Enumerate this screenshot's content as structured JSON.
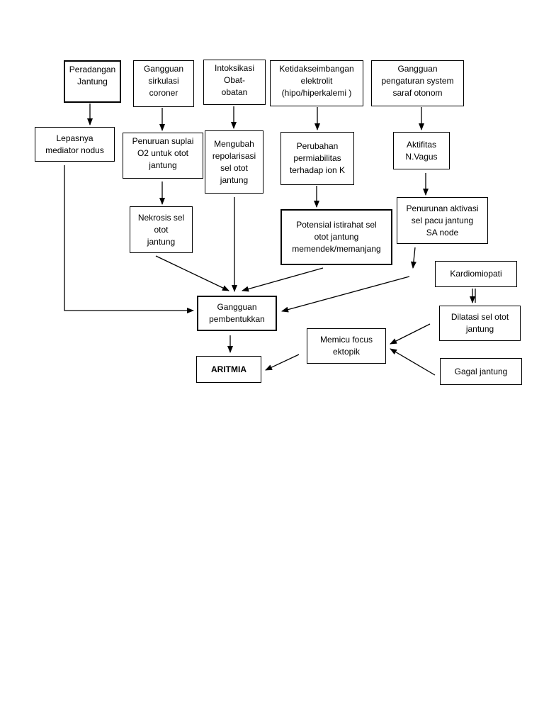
{
  "nodes": {
    "peradangan": "Peradangan\nJantung",
    "gangguan_sirkulasi": "Gangguan\nsirkulasi\ncoroner",
    "intoksikasi": "Intoksikasi\nObat-\nobatan",
    "ketidakseimbangan": "Ketidakseimbangan\nelektrolit\n(hipo/hiperkalemi )",
    "gangguan_pengaturan": "Gangguan\npengaturan system\nsaraf otonom",
    "lepasnya": "Lepasnya\nmediator nodus",
    "penuruan_suplai": "Penuruan suplai\nO2 untuk otot\njantung",
    "mengubah": "Mengubah\nrepolarisasi\nsel otot\njantung",
    "perubahan": "Perubahan\npermiabilitas\nterhadap ion K",
    "aktifitas": "Aktifitas\nN.Vagus",
    "nekrosis": "Nekrosis sel\notot\njantung",
    "potensial": "Potensial istirahat sel\notot jantung\nmemendek/memanjang",
    "penurunan_aktivasi": "Penurunan aktivasi\nsel pacu jantung\nSA node",
    "kardiomiopati": "Kardiomiopati",
    "gangguan_pembentukkan": "Gangguan\npembentukkan",
    "dilatasi": "Dilatasi sel otot\njantung",
    "memicu": "Memicu focus\nektopik",
    "aritmia": "ARITMIA",
    "gagal": "Gagal jantung"
  }
}
